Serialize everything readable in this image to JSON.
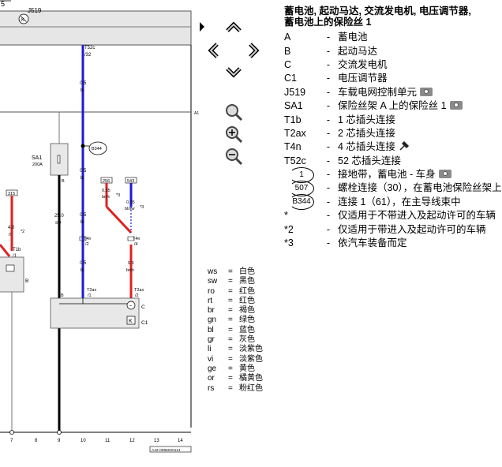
{
  "diagram": {
    "page_num": "5",
    "j519": "J519",
    "sa1": "SA1",
    "sa1_rating": "200A",
    "t52c": "T52c",
    "t52c_pin": "/32",
    "b344": "B344",
    "w1_size": "0.5",
    "w1_color": "bl",
    "w2_size": "0.5",
    "w2_color": "bl",
    "w3_size": "0.5",
    "w3_color": "bl",
    "w4_size": "0.5",
    "w4_color": "bl",
    "w5_size": "0.35",
    "w5_color": "br/rt",
    "w6_size": "0.35",
    "w6_color": "bl/sw",
    "w7_size": "0.5",
    "w7_color": "br/rt",
    "w8_size": "4.0",
    "w8_color": "rt",
    "w9_size": "25.0",
    "w9_color": "sw",
    "box_256": "256",
    "box_543": "543",
    "box_315": "315",
    "note2": "*2",
    "note3": "*3",
    "t4n_a": "T4n",
    "t4n_a_pin": "/2",
    "t4n_b": "T4n",
    "t4n_b_pin": "/4",
    "t1b": "T1b",
    "t1b_pin": "/1",
    "t2ax_a": "T2ax",
    "t2ax_a_pin": "/1",
    "t2ax_b": "T2ax",
    "t2ax_b_pin": "/2",
    "lbl_b": "B",
    "lbl_b2": "B",
    "lbl_b3": "B",
    "lbl_c": "C",
    "lbl_c1": "C1",
    "lbl_a1": "A1",
    "cols": [
      "7",
      "8",
      "9",
      "10",
      "11",
      "12",
      "13",
      "14"
    ],
    "ref_code": "A42-0085020114"
  },
  "legend": {
    "title": "蓄电池, 起动马达, 交流发电机, 电压调节器, 蓄电池上的保险丝 1",
    "items": [
      {
        "code": "A",
        "dash": "-",
        "desc": "蓄电池"
      },
      {
        "code": "B",
        "dash": "-",
        "desc": "起动马达"
      },
      {
        "code": "C",
        "dash": "-",
        "desc": "交流发电机"
      },
      {
        "code": "C1",
        "dash": "-",
        "desc": "电压调节器"
      },
      {
        "code": "J519",
        "dash": "-",
        "desc": "车载电网控制单元",
        "icon": "camera-icon"
      },
      {
        "code": "SA1",
        "dash": "-",
        "desc": "保险丝架 A 上的保险丝 1",
        "icon": "camera-icon"
      },
      {
        "code": "T1b",
        "dash": "-",
        "desc": "1 芯插头连接"
      },
      {
        "code": "T2ax",
        "dash": "-",
        "desc": "2 芯插头连接"
      },
      {
        "code": "T4n",
        "dash": "-",
        "desc": "4 芯插头连接",
        "icon": "connector-icon"
      },
      {
        "code": "T52c",
        "dash": "-",
        "desc": "52 芯插头连接"
      },
      {
        "code": "1",
        "circle": true,
        "dash": "-",
        "desc": "接地带，蓄电池 - 车身",
        "icon": "camera-icon"
      },
      {
        "code": "507",
        "circle": true,
        "dash": "-",
        "desc": "螺栓连接（30），在蓄电池保险丝架上"
      },
      {
        "code": "B344",
        "circle": true,
        "dash": "-",
        "desc": "连接 1（61），在主导线束中"
      },
      {
        "code": "*",
        "dash": "-",
        "desc": "仅适用于不带进入及起动许可的车辆"
      },
      {
        "code": "*2",
        "dash": "-",
        "desc": "仅适用于带进入及起动许可的车辆"
      },
      {
        "code": "*3",
        "dash": "-",
        "desc": "依汽车装备而定"
      }
    ]
  },
  "colors": [
    {
      "code": "ws",
      "eq": "=",
      "name": "白色"
    },
    {
      "code": "sw",
      "eq": "=",
      "name": "黑色"
    },
    {
      "code": "ro",
      "eq": "=",
      "name": "红色"
    },
    {
      "code": "rt",
      "eq": "=",
      "name": "红色"
    },
    {
      "code": "br",
      "eq": "=",
      "name": "褐色"
    },
    {
      "code": "gn",
      "eq": "=",
      "name": "绿色"
    },
    {
      "code": "bl",
      "eq": "=",
      "name": "蓝色"
    },
    {
      "code": "gr",
      "eq": "=",
      "name": "灰色"
    },
    {
      "code": "li",
      "eq": "=",
      "name": "淡紫色"
    },
    {
      "code": "vi",
      "eq": "=",
      "name": "淡紫色"
    },
    {
      "code": "ge",
      "eq": "=",
      "name": "黄色"
    },
    {
      "code": "or",
      "eq": "=",
      "name": "橘黄色"
    },
    {
      "code": "rs",
      "eq": "=",
      "name": "粉红色"
    }
  ],
  "wire_colors": {
    "blue": "#1a1ad6",
    "red": "#e02020",
    "black": "#000000",
    "gray": "#777777"
  }
}
